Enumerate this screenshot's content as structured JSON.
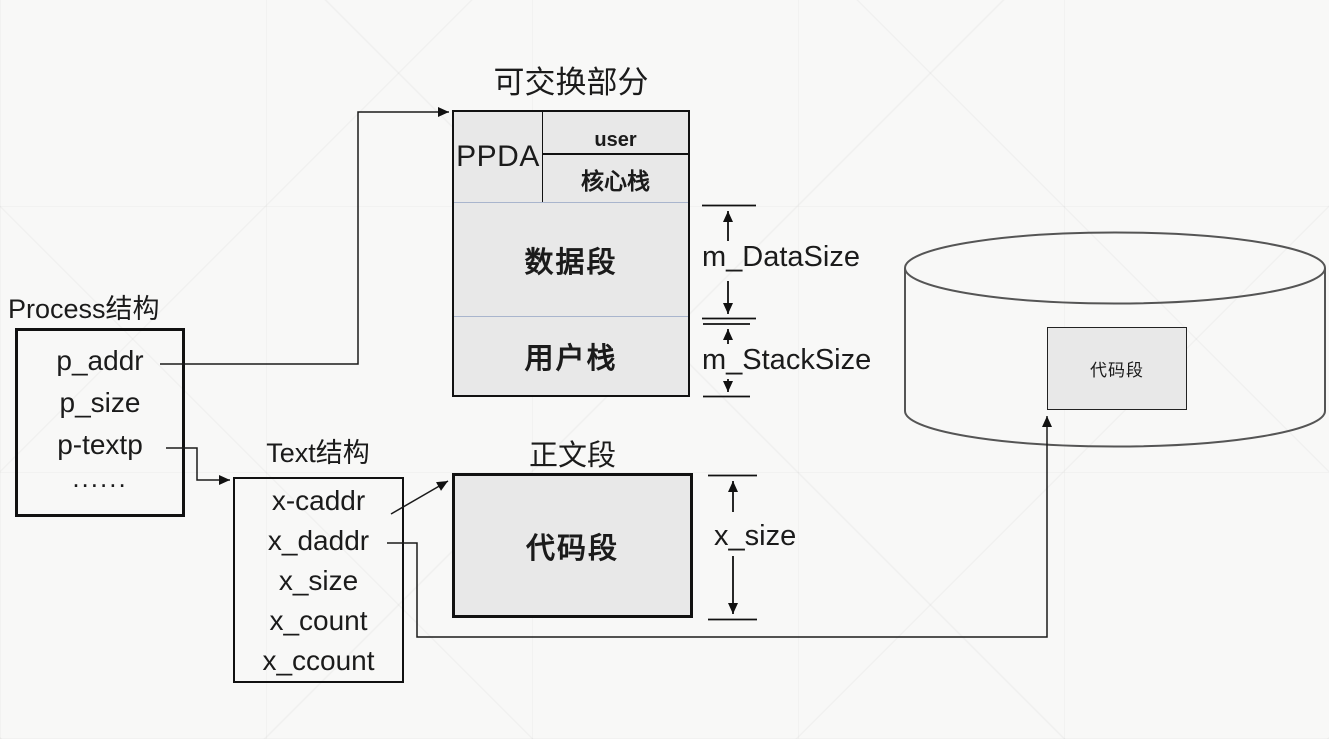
{
  "diagram": {
    "swappable_title": "可交换部分",
    "memory_box": {
      "ppda": "PPDA",
      "user": "user",
      "kernel_stack": "核心栈",
      "data_segment": "数据段",
      "user_stack": "用户栈"
    },
    "dims": {
      "data_size": "m_DataSize",
      "stack_size": "m_StackSize",
      "x_size": "x_size"
    },
    "process_struct": {
      "title": "Process结构",
      "fields": [
        "p_addr",
        "p_size",
        "p-textp",
        "......"
      ]
    },
    "text_struct": {
      "title": "Text结构",
      "fields": [
        "x-caddr",
        "x_daddr",
        "x_size",
        "x_count",
        "x_ccount"
      ]
    },
    "text_segment": {
      "title": "正文段",
      "code_segment": "代码段"
    },
    "disk": {
      "code_segment": "代码段"
    },
    "colors": {
      "box_fill": "#e8e8e8",
      "section_divider": "#a9b5cd",
      "line": "#1a1a1a",
      "cylinder_stroke": "#555555"
    }
  }
}
